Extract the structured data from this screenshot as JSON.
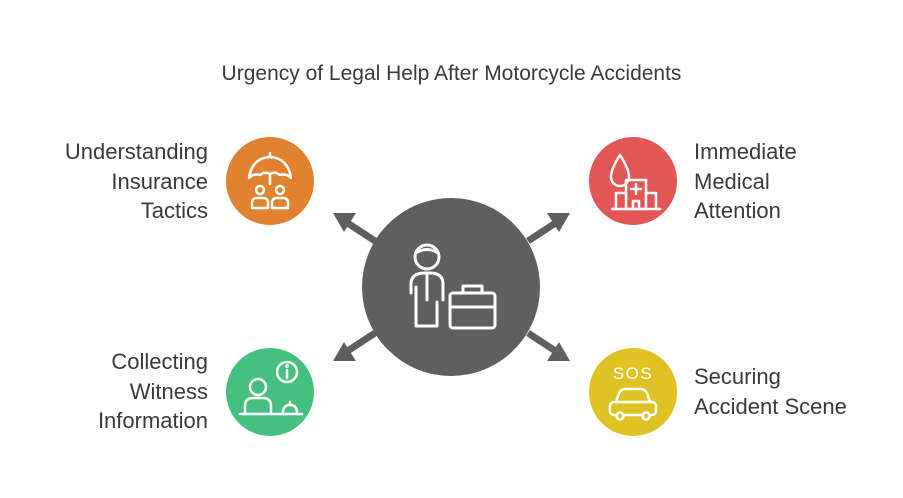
{
  "title": "Urgency of Legal Help After Motorcycle Accidents",
  "center": {
    "icon": "lawyer-with-briefcase-icon",
    "color": "#5f5f5f"
  },
  "items": [
    {
      "id": "insurance",
      "lines": [
        "Understanding",
        "Insurance",
        "Tactics"
      ],
      "icon": "umbrella-family-icon",
      "color": "#e0822f"
    },
    {
      "id": "medical",
      "lines": [
        "Immediate",
        "Medical",
        "Attention"
      ],
      "icon": "blood-drop-hospital-icon",
      "color": "#e35656"
    },
    {
      "id": "witness",
      "lines": [
        "Collecting",
        "Witness",
        "Information"
      ],
      "icon": "person-info-desk-icon",
      "color": "#45c07f"
    },
    {
      "id": "scene",
      "lines": [
        "Securing",
        "Accident Scene"
      ],
      "icon": "sos-car-icon",
      "color": "#dfc224"
    }
  ]
}
